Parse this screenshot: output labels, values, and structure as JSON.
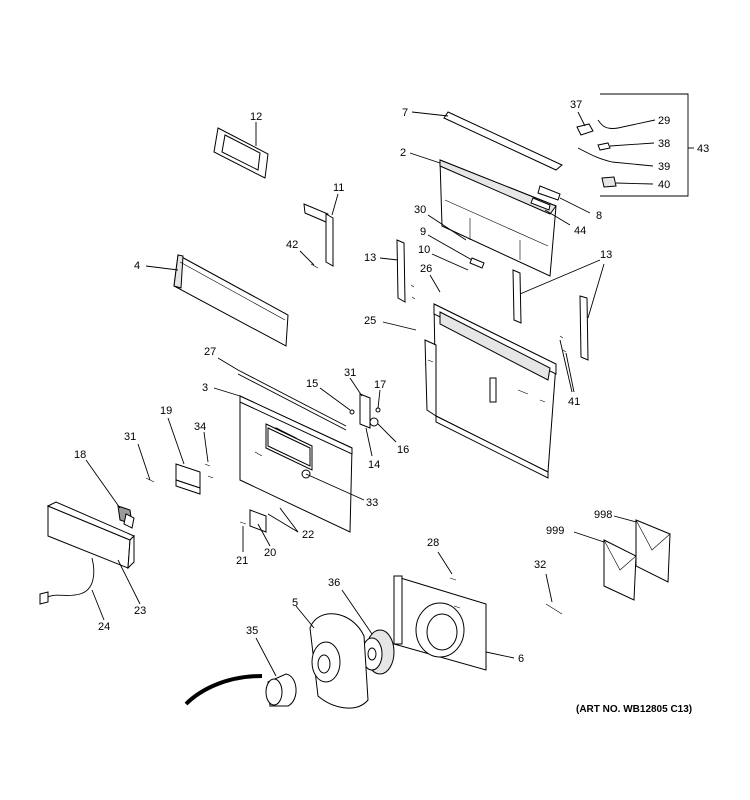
{
  "callouts": {
    "c2": "2",
    "c3": "3",
    "c4": "4",
    "c5": "5",
    "c6": "6",
    "c7": "7",
    "c8": "8",
    "c9": "9",
    "c10": "10",
    "c11": "11",
    "c12": "12",
    "c13a": "13",
    "c13b": "13",
    "c14": "14",
    "c15": "15",
    "c16": "16",
    "c17": "17",
    "c18": "18",
    "c19": "19",
    "c20": "20",
    "c21": "21",
    "c22": "22",
    "c23": "23",
    "c24": "24",
    "c25": "25",
    "c26": "26",
    "c27": "27",
    "c28": "28",
    "c29": "29",
    "c30": "30",
    "c31a": "31",
    "c31b": "31",
    "c32": "32",
    "c33": "33",
    "c34": "34",
    "c35": "35",
    "c36": "36",
    "c37": "37",
    "c38": "38",
    "c39": "39",
    "c40": "40",
    "c41": "41",
    "c42": "42",
    "c43": "43",
    "c44": "44",
    "c998": "998",
    "c999": "999"
  },
  "art_number": "(ART NO. WB12805 C13)"
}
